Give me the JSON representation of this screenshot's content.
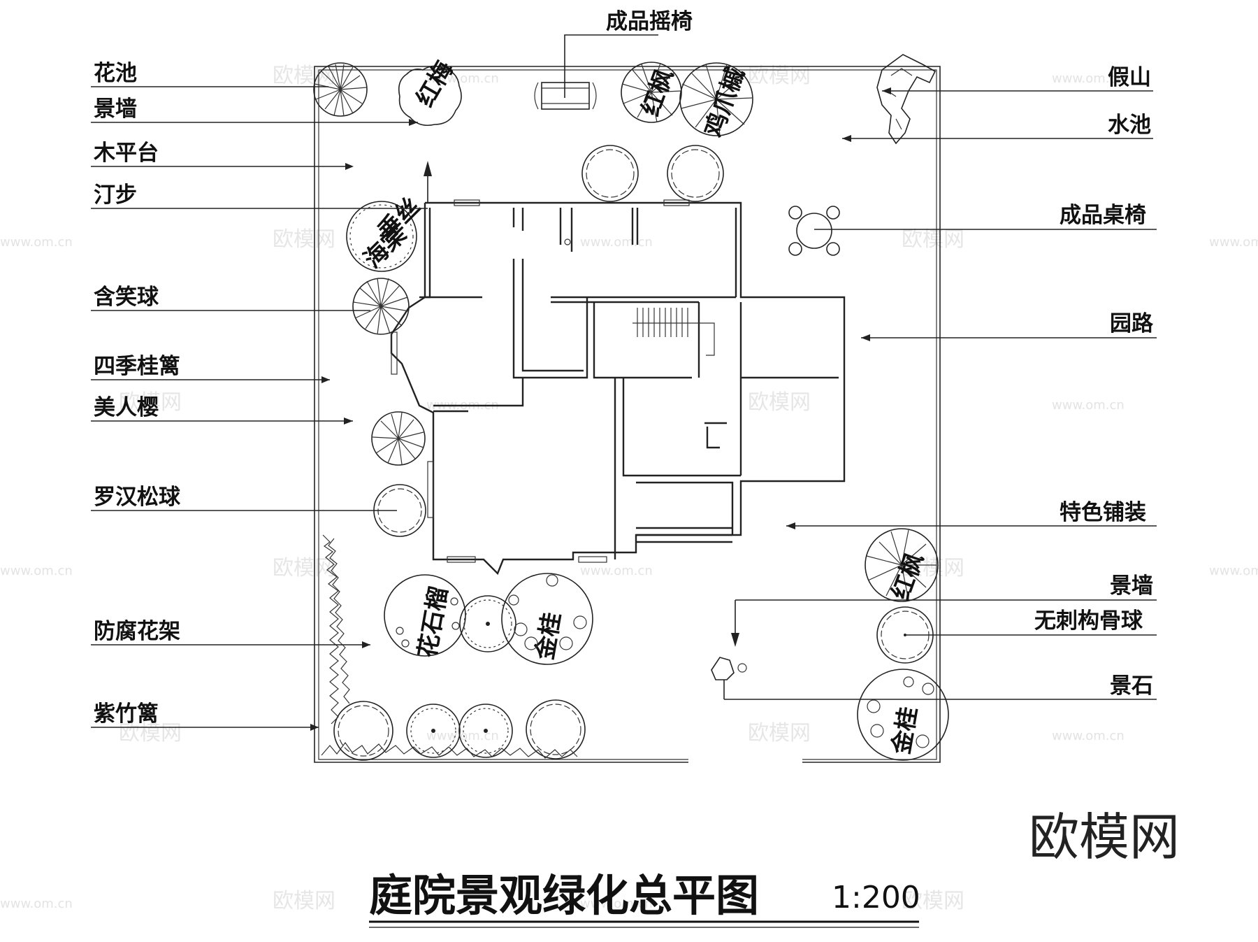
{
  "title": "庭院景观绿化总平图",
  "scale": "1:200",
  "logo": "欧模网",
  "watermark_text": "欧模网",
  "watermark_url": "www.om.cn",
  "top_label": "成品摇椅",
  "left_labels": [
    "花池",
    "景墙",
    "木平台",
    "汀步",
    "含笑球",
    "四季桂篱",
    "美人樱",
    "罗汉松球",
    "防腐花架",
    "紫竹篱"
  ],
  "right_labels": [
    "假山",
    "水池",
    "成品桌椅",
    "园路",
    "特色铺装",
    "景墙",
    "无刺构骨球",
    "景石"
  ],
  "plant_text": {
    "hongmei": "红梅",
    "hongfeng1": "红枫",
    "jizhuaqi": "鸡爪槭",
    "chuisi": "垂丝",
    "haitang": "海棠",
    "huashiliu": "花石榴",
    "jingui1": "金桂",
    "hongfeng2": "红枫",
    "jingui2": "金桂"
  },
  "colors": {
    "line": "#222222",
    "text": "#111111",
    "watermark": "#c8c8c8"
  }
}
